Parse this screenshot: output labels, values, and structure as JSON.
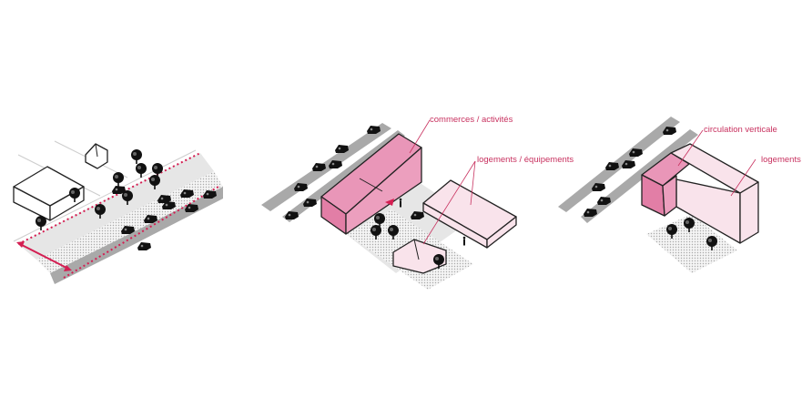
{
  "diagrams": [
    {
      "name": "existing-site"
    },
    {
      "name": "scheme-a",
      "labels": {
        "commerce": "commerces / activités",
        "housing": "logements / équipements"
      }
    },
    {
      "name": "scheme-b",
      "labels": {
        "circulation": "circulation verticale",
        "housing": "logements"
      }
    }
  ],
  "colors": {
    "accent": "#c8315f",
    "pink_dark": "#e996b8",
    "pink_light": "#f9e3eb",
    "road": "#a9a9a9",
    "red": "#d41e52"
  }
}
